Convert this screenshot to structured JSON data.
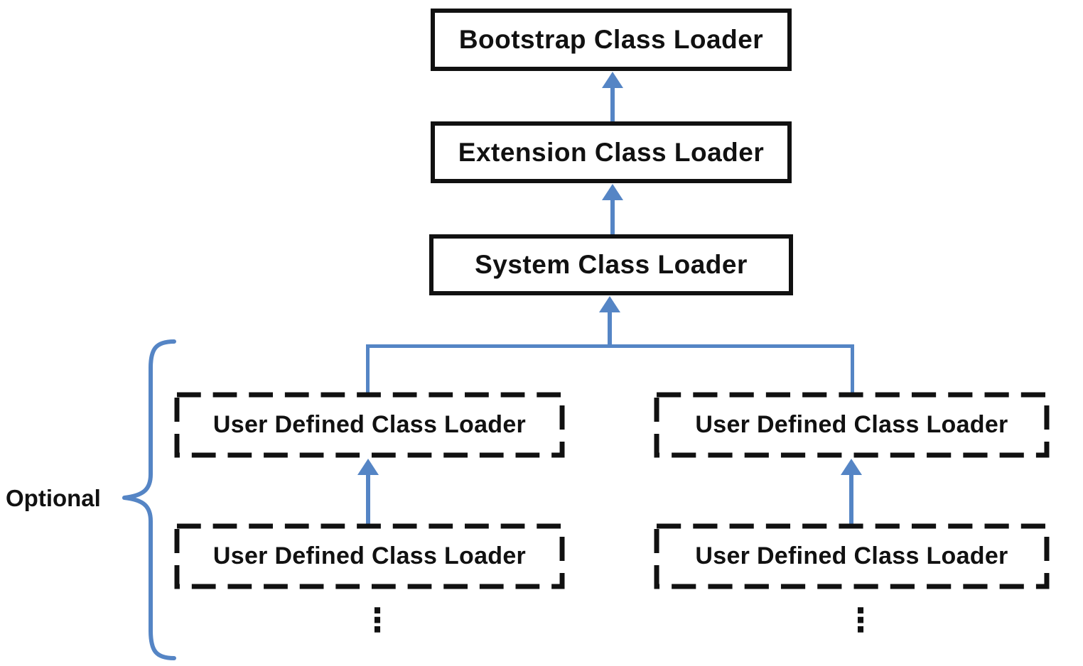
{
  "nodes": [
    {
      "id": "bootstrap",
      "label": "Bootstrap Class Loader",
      "border": "solid"
    },
    {
      "id": "extension",
      "label": "Extension Class Loader",
      "border": "solid"
    },
    {
      "id": "system",
      "label": "System Class Loader",
      "border": "solid"
    },
    {
      "id": "user-left-top",
      "label": "User Defined Class Loader",
      "border": "dashed"
    },
    {
      "id": "user-left-bottom",
      "label": "User Defined Class Loader",
      "border": "dashed"
    },
    {
      "id": "user-right-top",
      "label": "User Defined Class Loader",
      "border": "dashed"
    },
    {
      "id": "user-right-bottom",
      "label": "User Defined Class Loader",
      "border": "dashed"
    }
  ],
  "edges": [
    {
      "from": "extension",
      "to": "bootstrap",
      "style": "arrow-up"
    },
    {
      "from": "system",
      "to": "extension",
      "style": "arrow-up"
    },
    {
      "from": "user-left-top",
      "to": "system",
      "style": "elbow-arrow-up"
    },
    {
      "from": "user-right-top",
      "to": "system",
      "style": "elbow-arrow-up"
    },
    {
      "from": "user-left-bottom",
      "to": "user-left-top",
      "style": "arrow-up"
    },
    {
      "from": "user-right-bottom",
      "to": "user-right-top",
      "style": "arrow-up"
    }
  ],
  "annotations": {
    "optional_label": "Optional",
    "ellipsis_glyph": "⋮"
  },
  "colors": {
    "arrow_blue": "#5585c5",
    "box_border": "#111111",
    "label_text": "#111111",
    "background": "#ffffff"
  }
}
